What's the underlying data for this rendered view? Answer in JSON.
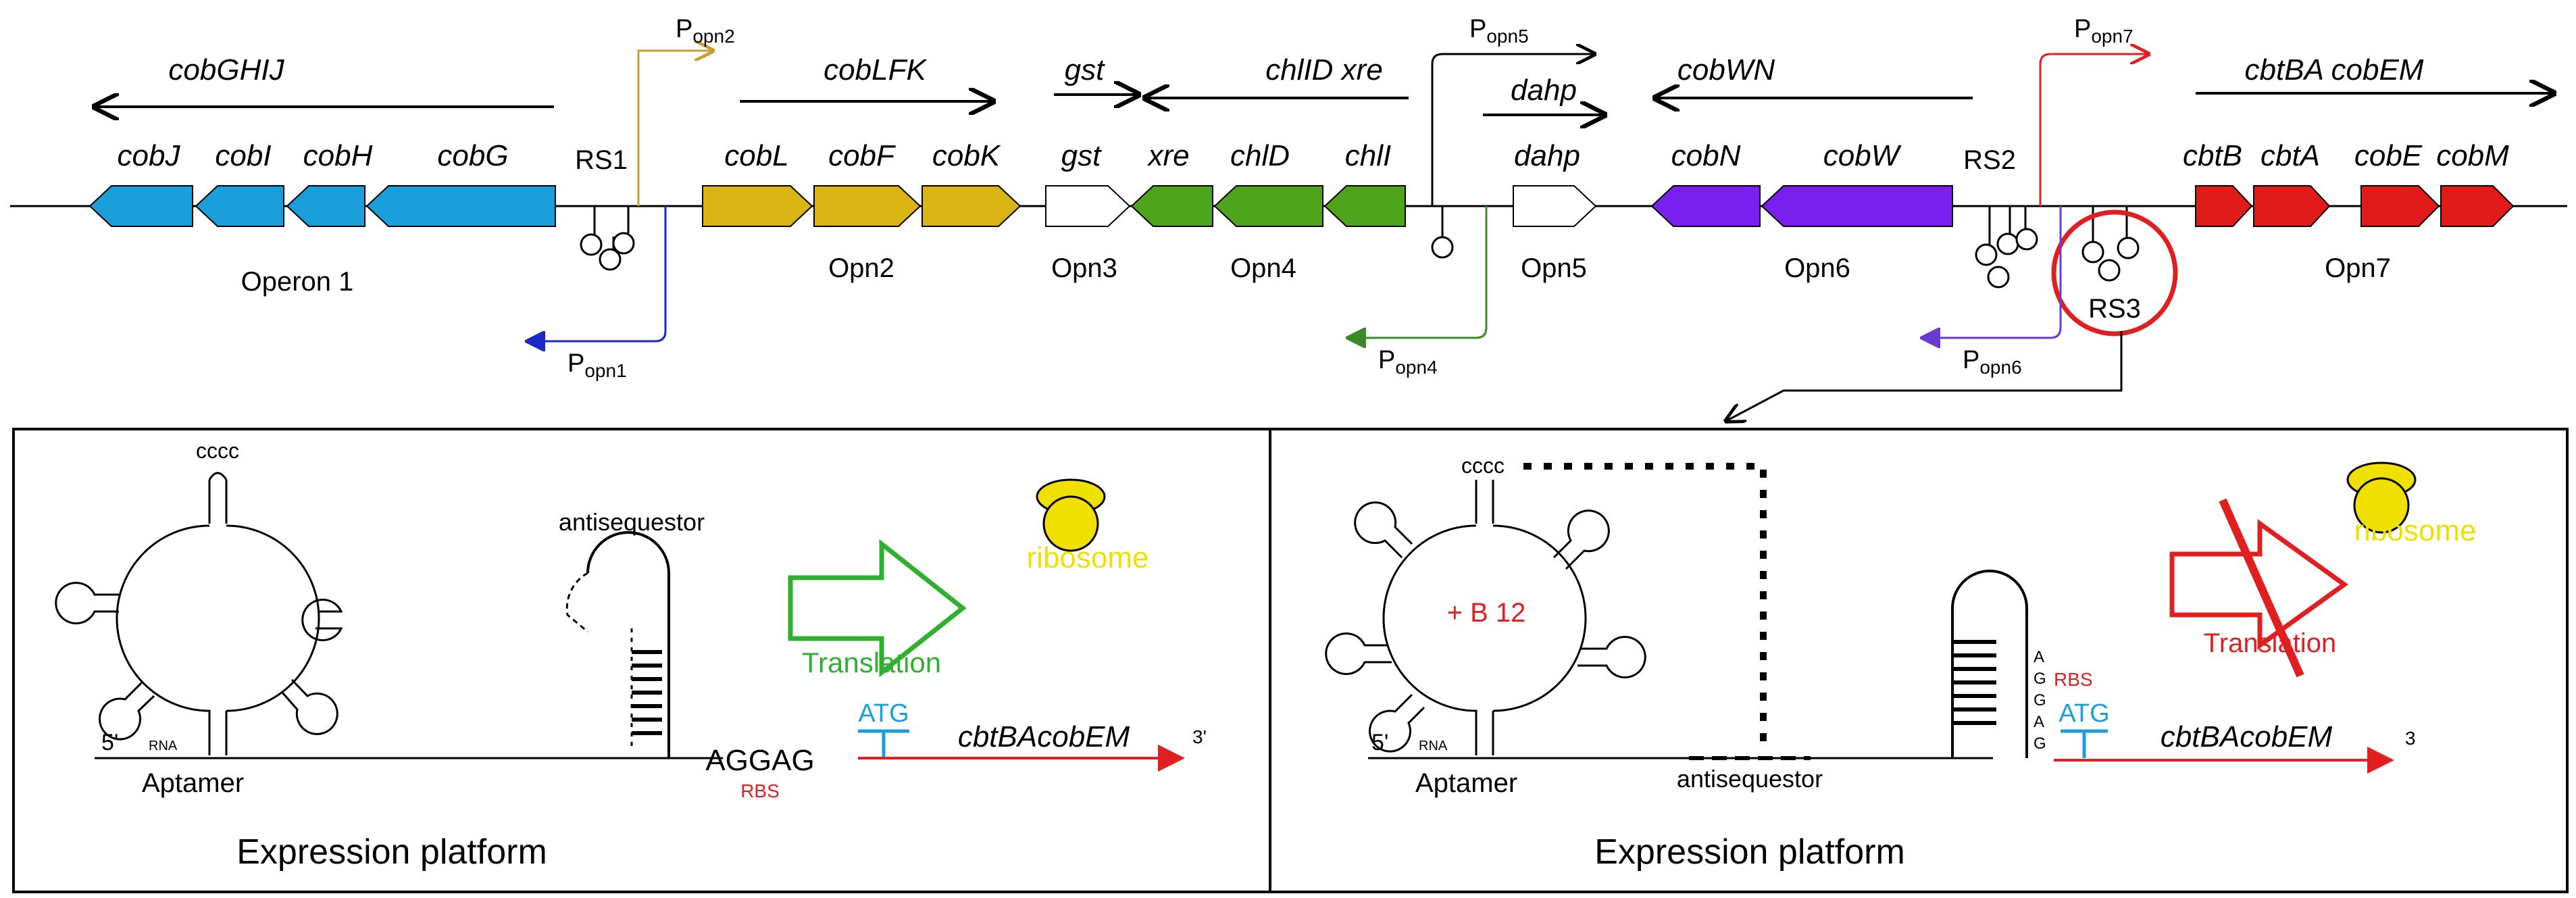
{
  "operon_arrows": [
    {
      "label": "cobGHIJ"
    },
    {
      "label": "cobLFK"
    },
    {
      "label": "gst"
    },
    {
      "label": "chlID xre"
    },
    {
      "label": "dahp"
    },
    {
      "label": "cobWN"
    },
    {
      "label": "cbtBA cobEM"
    }
  ],
  "promoters": [
    {
      "main": "P",
      "sub": "opn2"
    },
    {
      "main": "P",
      "sub": "opn5"
    },
    {
      "main": "P",
      "sub": "opn7"
    },
    {
      "main": "P",
      "sub": "opn1"
    },
    {
      "main": "P",
      "sub": "opn4"
    },
    {
      "main": "P",
      "sub": "opn6"
    }
  ],
  "genes": [
    "cobJ",
    "cobI",
    "cobH",
    "cobG",
    "cobL",
    "cobF",
    "cobK",
    "gst",
    "xre",
    "chlD",
    "chlI",
    "dahp",
    "cobN",
    "cobW",
    "cbtB",
    "cbtA",
    "cobE",
    "cobM"
  ],
  "riboswitches": [
    "RS1",
    "RS2",
    "RS3"
  ],
  "operons": [
    "Operon 1",
    "Opn2",
    "Opn3",
    "Opn4",
    "Opn5",
    "Opn6",
    "Opn7"
  ],
  "left_panel": {
    "cccc": "cccc",
    "antisequestor": "antisequestor",
    "ribosome": "ribosome",
    "translation": "Translation",
    "five_prime": "5'",
    "rna": "RNA",
    "aptamer": "Aptamer",
    "aggag": "AGGAG",
    "rbs": "RBS",
    "atg": "ATG",
    "gene": "cbtBAcobEM",
    "three_prime": "3'",
    "platform": "Expression platform"
  },
  "right_panel": {
    "cccc": "cccc",
    "b12": "+ B 12",
    "ribosome": "ribosome",
    "translation": "Translation",
    "five_prime": "5'",
    "rna": "RNA",
    "aptamer": "Aptamer",
    "antisequestor": "antisequestor",
    "rbs_letters": [
      "A",
      "G",
      "G",
      "A",
      "G"
    ],
    "rbs": "RBS",
    "atg": "ATG",
    "gene": "cbtBAcobEM",
    "three_prime": "3",
    "platform": "Expression platform"
  },
  "colors": {
    "operon1": "#1a9fdb",
    "opn2": "#d9b413",
    "opn4": "#4ea41a",
    "opn6": "#7a1ff0",
    "opn7": "#e11a1a",
    "promoter_gold": "#c8a030",
    "promoter_blue": "#1a28c8",
    "promoter_green": "#3a8a2a",
    "promoter_purple": "#6a3ad0",
    "promoter_red": "#e02020",
    "ribosome": "#f0e000",
    "translation_on": "#30b030",
    "translation_off": "#e02020",
    "atg": "#1a9fdb"
  }
}
